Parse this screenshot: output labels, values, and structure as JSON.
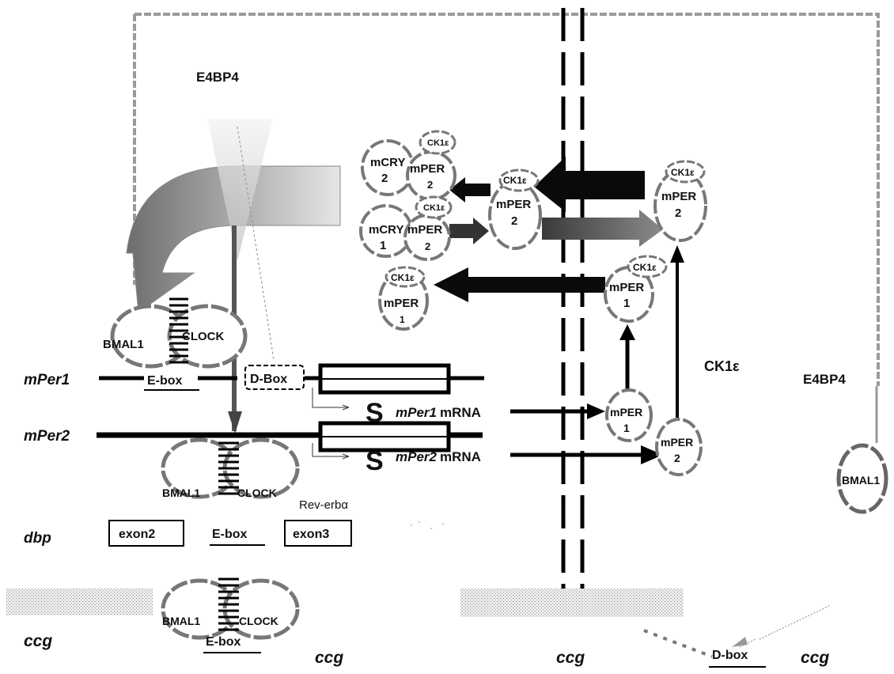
{
  "labels": {
    "e4bp4_top": "E4BP4",
    "e4bp4_right": "E4BP4",
    "ck1e_side": "CK1ε",
    "rev_erba": "Rev-erbα",
    "mPer1_gene": "mPer1",
    "mPer2_gene": "mPer2",
    "dbp_gene": "dbp",
    "ccg_left": "ccg",
    "ccg_mid_left": "ccg",
    "ccg_mid": "ccg",
    "ccg_right": "ccg",
    "mPer1_mrna_italic": "mPer1",
    "mPer2_mrna_italic": "mPer2",
    "mrna_suffix": "mRNA",
    "sine_wave_glyph": "S"
  },
  "boxes": {
    "ebox": "E-box",
    "dbox_upper": "D-Box",
    "dbox_lower": "D-box",
    "exon2": "exon2",
    "exon3": "exon3"
  },
  "proteins": {
    "bmal1": "BMAL1",
    "clock": "CLOCK",
    "mper": "mPER",
    "mcry": "mCRY",
    "ck1e": "CK1ε",
    "num1": "1",
    "num2": "2"
  },
  "colors": {
    "ink": "#111111",
    "arrow_dark": "#0a0a0a",
    "arrow_gray": "#555555",
    "border_gray": "#9a9a9a",
    "stipple": "#c8c8c8"
  }
}
